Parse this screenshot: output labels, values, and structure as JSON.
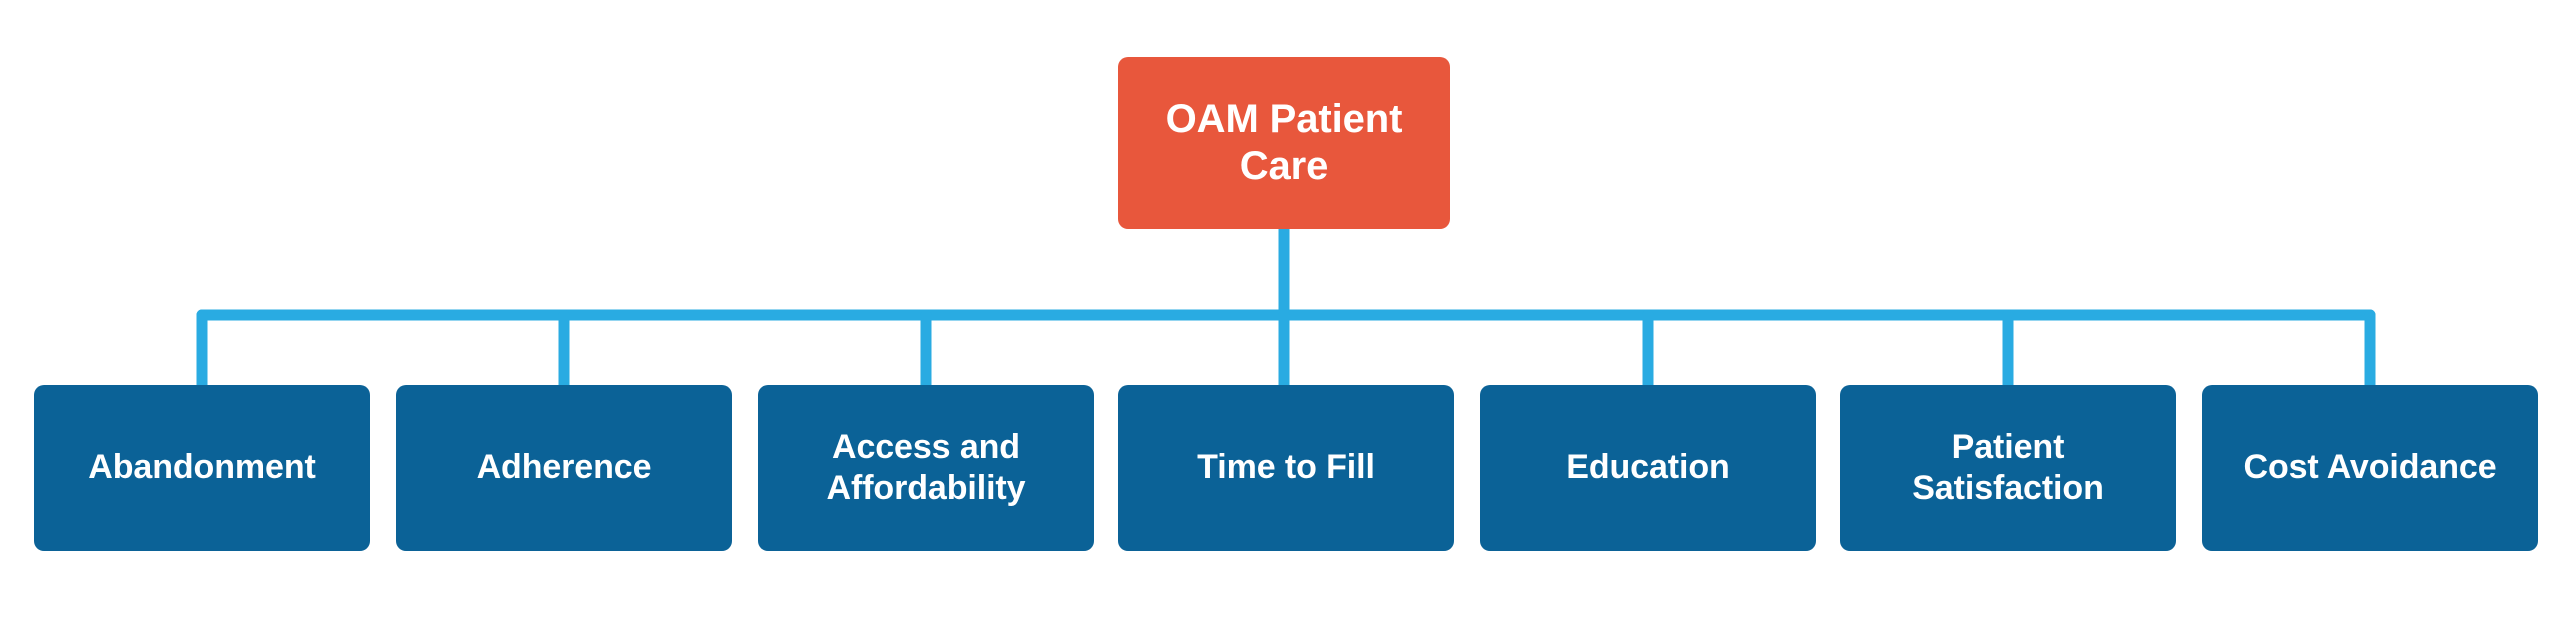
{
  "diagram": {
    "type": "organizational-hierarchy-chart",
    "title": "OAM Patient Care",
    "background_color": "#ffffff",
    "root": {
      "label": "OAM Patient Care",
      "label_line_1": "OAM Patient",
      "label_line_2": "Care",
      "fill_color": "#e8573c",
      "text_color": "#ffffff"
    },
    "connector": {
      "color": "#29abe2",
      "stroke_width": 11,
      "style": "orthogonal-bus",
      "cap": "round"
    },
    "leaf_style": {
      "fill_color": "#0b6297",
      "text_color": "#ffffff"
    },
    "children": [
      {
        "label": "Abandonment",
        "lines": [
          "Abandonment"
        ]
      },
      {
        "label": "Adherence",
        "lines": [
          "Adherence"
        ]
      },
      {
        "label": "Access and Affordability",
        "lines": [
          "Access and",
          "Affordability"
        ]
      },
      {
        "label": "Time to Fill",
        "lines": [
          "Time to Fill"
        ]
      },
      {
        "label": "Education",
        "lines": [
          "Education"
        ]
      },
      {
        "label": "Patient Satisfaction",
        "lines": [
          "Patient",
          "Satisfaction"
        ]
      },
      {
        "label": "Cost Avoidance",
        "lines": [
          "Cost Avoidance"
        ]
      }
    ]
  }
}
